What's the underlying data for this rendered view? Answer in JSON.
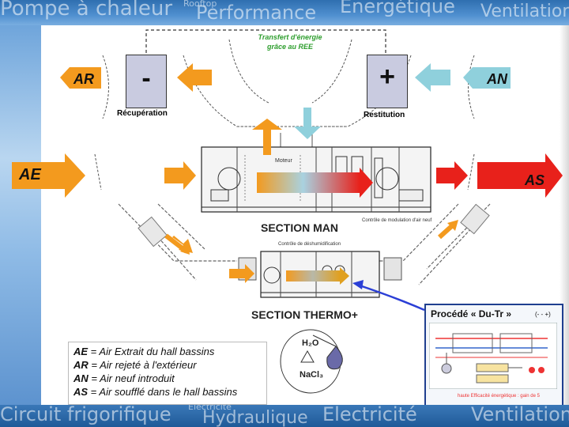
{
  "banner": {
    "top": [
      "Pompe à chaleur",
      "Rooftop",
      "Performance",
      "Energétique",
      "Ventilation"
    ],
    "bottom": [
      "Circuit frigorifique",
      "Electricité",
      "Hydraulique",
      "Electricité",
      "Ventilation"
    ]
  },
  "diagram": {
    "transfer_text_line1": "Transfert d'énergie",
    "transfer_text_line2": "grâce au REE",
    "minus_symbol": "-",
    "plus_symbol": "+",
    "recuperation_label": "Récupération",
    "restitution_label": "Restitution",
    "air_labels": {
      "ar": "AR",
      "an": "AN",
      "ae": "AE",
      "as": "AS"
    },
    "section_man": "SECTION MAN",
    "section_thermo": "SECTION THERMO+",
    "modulation_label": "Contrôle de modulation d'air neuf",
    "deshum_label": "Contrôle de déshumidification",
    "motor_label": "Moteur",
    "h2o_label": "H₂O",
    "nacl_label": "NaCl₃"
  },
  "legend": {
    "items": [
      {
        "abbr": "AE",
        "text": " = Air Extrait du hall bassins"
      },
      {
        "abbr": "AR",
        "text": " = Air rejeté à l'extérieur"
      },
      {
        "abbr": "AN",
        "text": " = Air neuf introduit"
      },
      {
        "abbr": "AS",
        "text": " = Air soufflé dans le hall bassins"
      }
    ]
  },
  "dutr": {
    "title": "Procédé « Du-Tr »",
    "title_suffix": "(- - +)",
    "footer": "haute Efficacité énergétique : gain de 5"
  },
  "colors": {
    "orange": "#f39a1e",
    "red": "#e8211b",
    "light_blue": "#8fd0dc",
    "blue_arrow": "#2b3fd6",
    "green_text": "#2e9e2e"
  }
}
